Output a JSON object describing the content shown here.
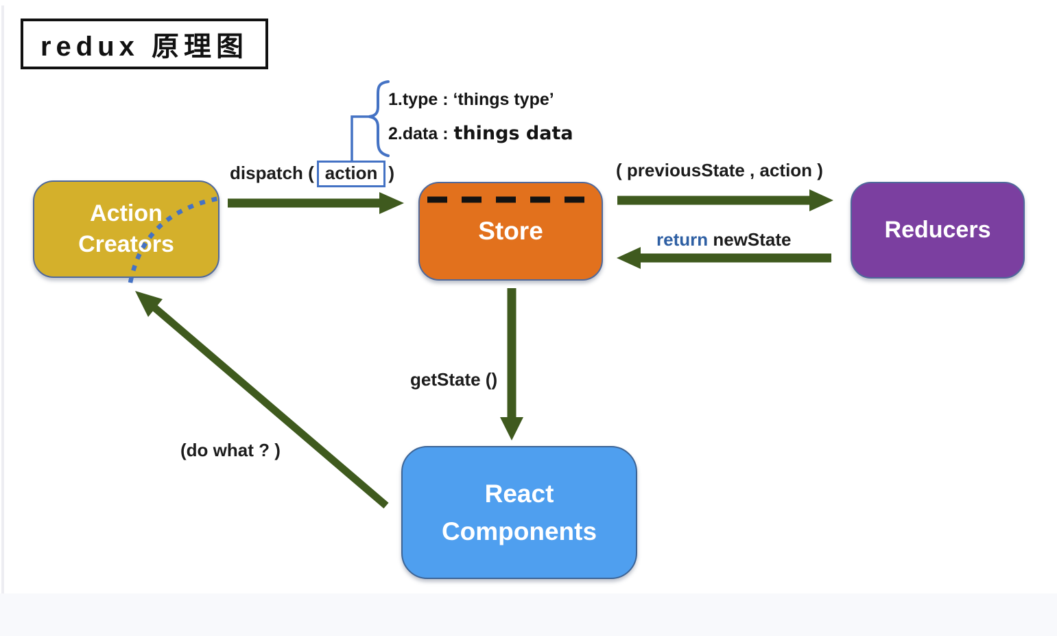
{
  "title": "redux 原理图",
  "colors": {
    "accent_blue": "#4472c4",
    "arrow_green": "#3f5a1e",
    "node_yellow": "#d4b02b",
    "node_orange": "#e2711d",
    "node_purple": "#7b3fa0",
    "node_blue": "#4f9fef",
    "return_blue": "#2e5fa3",
    "footer_gray": "#f8f9fc",
    "text_black": "#1c1c1c"
  },
  "annotation": {
    "line1": "1.type : ‘things type’",
    "line2_label": "2.data :",
    "line2_value": "things data"
  },
  "labels": {
    "dispatch_prefix": "dispatch (",
    "dispatch_action": "action",
    "dispatch_suffix": ")",
    "previous_state": "( previousState , action )",
    "return_keyword": "return",
    "return_value": "newState",
    "get_state": "getState ()",
    "do_what": "(do what ? )"
  },
  "nodes": {
    "action_creators": {
      "line1": "Action",
      "line2": "Creators"
    },
    "store": {
      "label": "Store"
    },
    "reducers": {
      "label": "Reducers"
    },
    "react_components": {
      "line1": "React",
      "line2": "Components"
    }
  }
}
